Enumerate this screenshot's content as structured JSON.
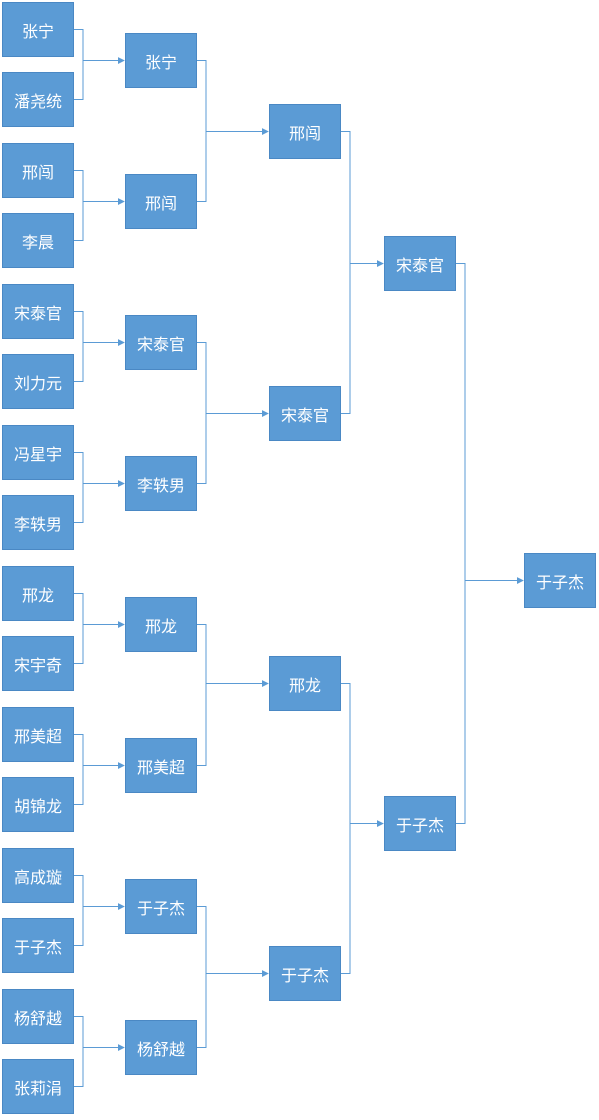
{
  "round1": [
    "张宁",
    "潘尧统",
    "邢闯",
    "李晨",
    "宋泰官",
    "刘力元",
    "冯星宇",
    "李轶男",
    "邢龙",
    "宋宇奇",
    "邢美超",
    "胡锦龙",
    "高成璇",
    "于子杰",
    "杨舒越",
    "张莉涓"
  ],
  "round2": [
    "张宁",
    "邢闯",
    "宋泰官",
    "李轶男",
    "邢龙",
    "邢美超",
    "于子杰",
    "杨舒越"
  ],
  "round3": [
    "邢闯",
    "宋泰官",
    "邢龙",
    "于子杰"
  ],
  "round4": [
    "宋泰官",
    "于子杰"
  ],
  "champion": "于子杰",
  "colors": {
    "box": "#5b9bd5",
    "box_border": "#4a88c4",
    "line": "#5b9bd5",
    "text": "#ffffff"
  }
}
